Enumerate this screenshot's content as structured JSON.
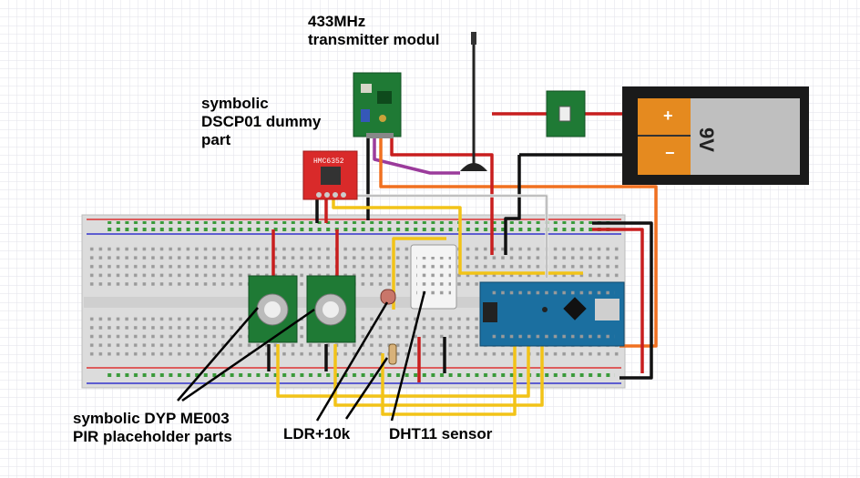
{
  "labels": {
    "transmitter": "433MHz\ntransmitter modul",
    "dscp": "symbolic\nDSCP01 dummy\npart",
    "pir": "symbolic DYP ME003\nPIR placeholder parts",
    "ldr": "LDR+10k",
    "dht": "DHT11 sensor"
  },
  "parts": {
    "compass_chip": "HMC6352",
    "battery": "9V",
    "battery_plus": "+",
    "battery_minus": "−"
  },
  "colors": {
    "breadboard": "#dcdcdc",
    "pcb_green": "#1f7a35",
    "arduino_blue": "#1b6fa0",
    "compass_red": "#d92a2a",
    "battery_black": "#1a1a1a",
    "battery_orange": "#e58a1f",
    "wire_red": "#c81e1e",
    "wire_black": "#111111",
    "wire_yellow": "#f2c318",
    "wire_orange": "#f07020",
    "wire_white": "#e6e6e6",
    "wire_purple": "#9b3b9b"
  }
}
